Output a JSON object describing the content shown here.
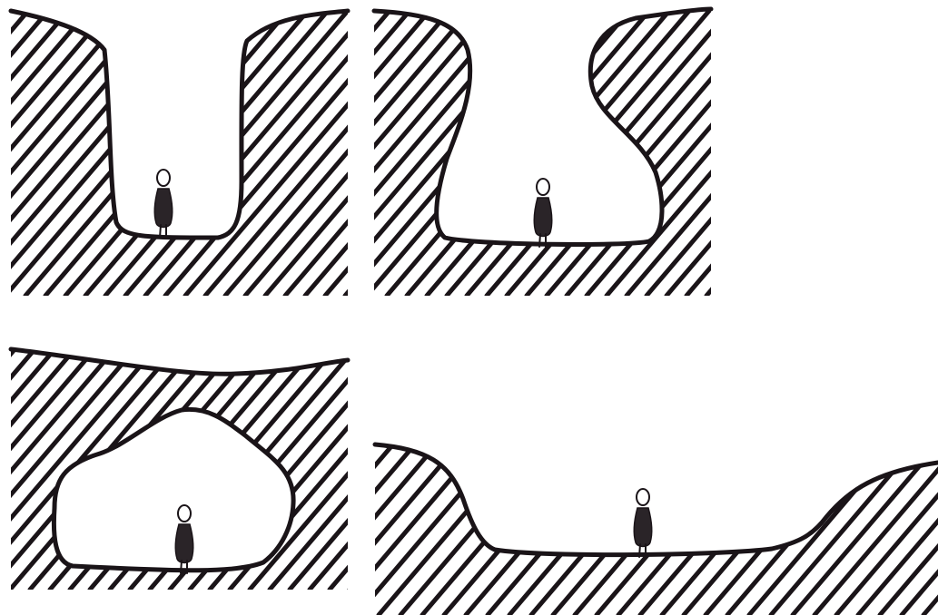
{
  "diagram": {
    "panels": [
      {
        "id": "narrow-vertical-canyon",
        "shape": "narrow canyon with vertical walls"
      },
      {
        "id": "overhanging-canyon",
        "shape": "canyon with overhanging, bulging walls"
      },
      {
        "id": "enclosed-cave",
        "shape": "fully enclosed cave chamber"
      },
      {
        "id": "wide-shallow-valley",
        "shape": "wide shallow valley with gentle slopes"
      }
    ],
    "figure_icon": "standing-person-icon",
    "colors": {
      "ink": "#1a1418",
      "paper": "#ffffff"
    }
  }
}
